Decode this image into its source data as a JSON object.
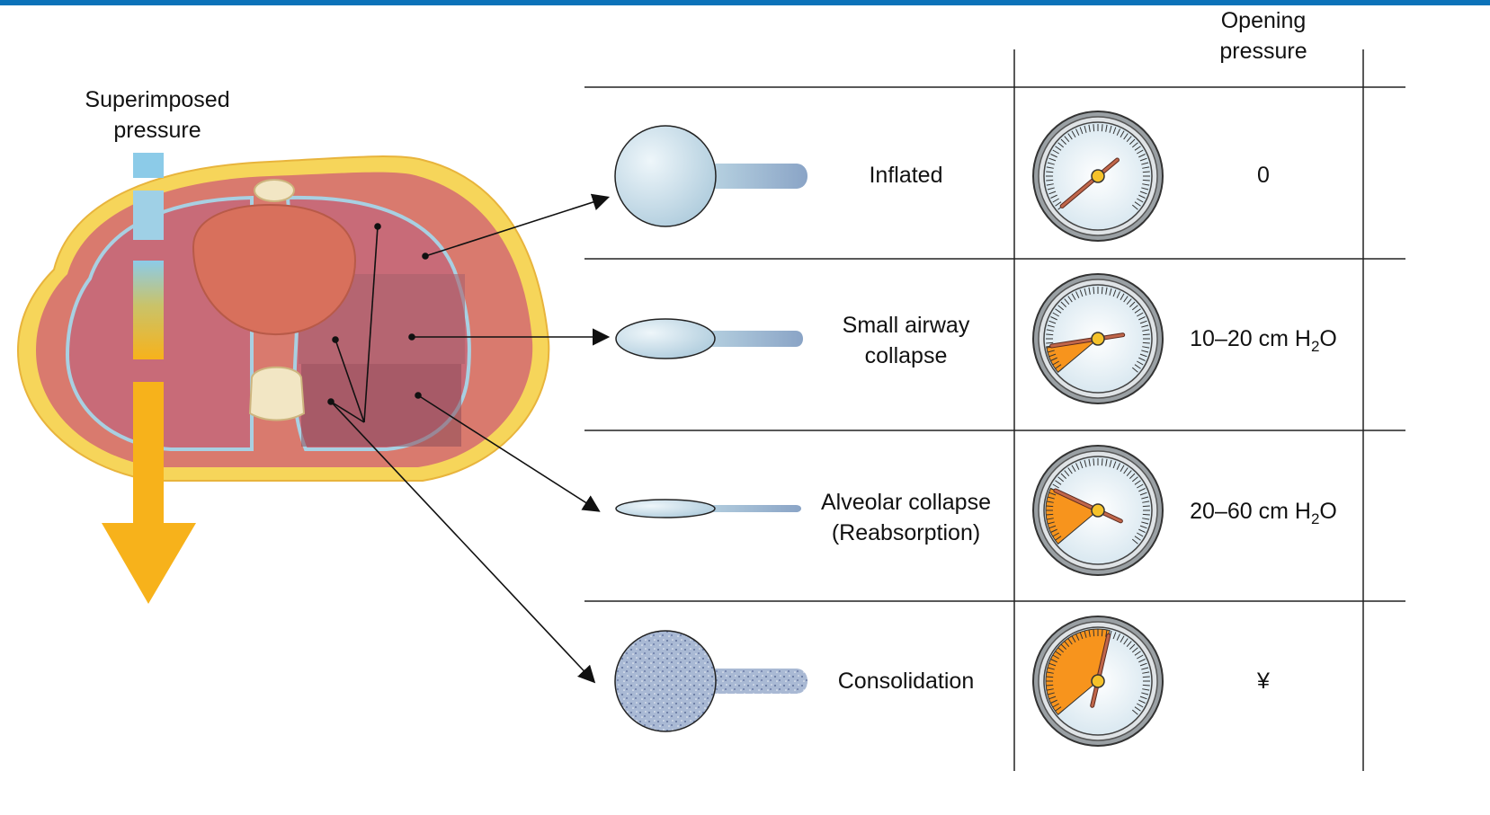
{
  "colors": {
    "top_bar": "#0b72b9",
    "arrow_orange": "#f7b21b",
    "gauge_fill": "#f7941d",
    "lung": "#c86b78",
    "heart": "#d8705c",
    "alveolus": "#c9dfea"
  },
  "pressure_label": [
    "Superimposed",
    "pressure"
  ],
  "column_header": [
    "Opening",
    "pressure"
  ],
  "rows": [
    {
      "state": [
        "Inflated"
      ],
      "pressure": "0",
      "pressure_sub": "",
      "pressure_tail": ""
    },
    {
      "state": [
        "Small airway",
        "collapse"
      ],
      "pressure": "10–20 cm H",
      "pressure_sub": "2",
      "pressure_tail": "O"
    },
    {
      "state": [
        "Alveolar collapse",
        "(Reabsorption)"
      ],
      "pressure": "20–60 cm H",
      "pressure_sub": "2",
      "pressure_tail": "O"
    },
    {
      "state": [
        "Consolidation"
      ],
      "pressure": "¥",
      "pressure_sub": "",
      "pressure_tail": ""
    }
  ],
  "gauges": [
    {
      "row": "inflated",
      "needle_icon": "gauge-needle",
      "filled_fraction": 0.0
    },
    {
      "row": "small-airway-collapse",
      "filled_fraction": 0.12
    },
    {
      "row": "alveolar-collapse",
      "filled_fraction": 0.25
    },
    {
      "row": "consolidation",
      "filled_fraction": 0.55
    }
  ],
  "icons": [
    "gauge-icon",
    "alveolus-icon",
    "downward-arrow-icon",
    "thorax-cross-section"
  ]
}
